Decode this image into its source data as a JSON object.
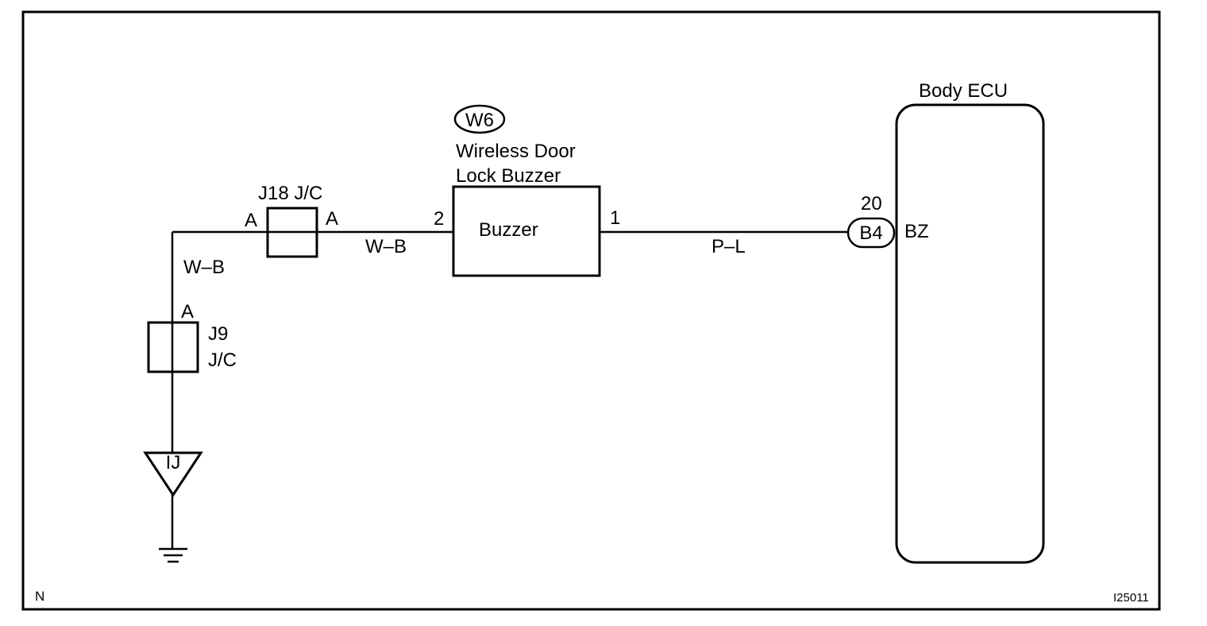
{
  "components": {
    "buzzer": {
      "connector": "W6",
      "name_line1": "Wireless Door",
      "name_line2": "Lock Buzzer",
      "inner_label": "Buzzer",
      "pin_left": "2",
      "pin_right": "1"
    },
    "ecu": {
      "title": "Body ECU",
      "connector": "B4",
      "pin_number": "20",
      "terminal": "BZ"
    },
    "jc18": {
      "label": "J18 J/C",
      "pin_left": "A",
      "pin_right": "A"
    },
    "jc9": {
      "label_line1": "J9",
      "label_line2": "J/C",
      "pin_top": "A"
    },
    "ground": {
      "label": "IJ"
    }
  },
  "wires": {
    "wb_vertical": "W–B",
    "wb_horizontal": "W–B",
    "pl": "P–L"
  },
  "frame": {
    "corner_left": "N",
    "figure_id": "I25011"
  }
}
